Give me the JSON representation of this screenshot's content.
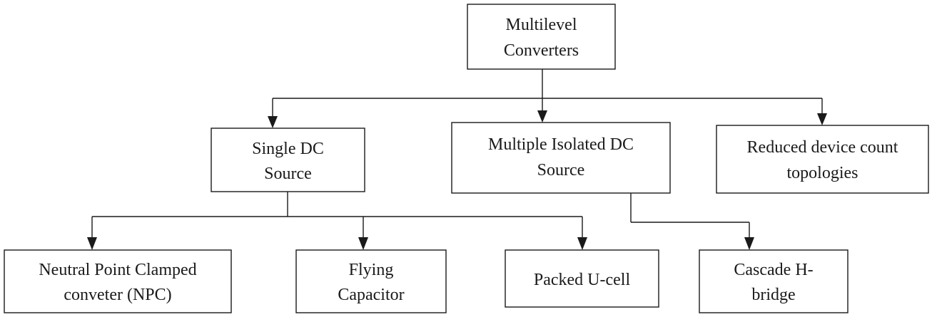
{
  "nodes": {
    "root": {
      "lines": [
        "Multilevel",
        "Converters"
      ]
    },
    "single": {
      "lines": [
        "Single DC",
        "Source"
      ]
    },
    "multiple": {
      "lines": [
        "Multiple Isolated DC",
        "Source"
      ]
    },
    "reduced": {
      "lines": [
        "Reduced device count",
        "topologies"
      ]
    },
    "npc": {
      "lines": [
        "Neutral Point Clamped",
        "conveter (NPC)"
      ]
    },
    "flying": {
      "lines": [
        "Flying",
        "Capacitor"
      ]
    },
    "packed": {
      "lines": [
        "Packed U-cell"
      ]
    },
    "cascade": {
      "lines": [
        "Cascade H-",
        "bridge"
      ]
    }
  },
  "edges": [
    {
      "from": "root",
      "to": "single"
    },
    {
      "from": "root",
      "to": "multiple"
    },
    {
      "from": "root",
      "to": "reduced"
    },
    {
      "from": "single",
      "to": "npc"
    },
    {
      "from": "single",
      "to": "flying"
    },
    {
      "from": "single",
      "to": "packed"
    },
    {
      "from": "multiple",
      "to": "cascade"
    }
  ],
  "colors": {
    "line": "#1a1a1a",
    "background": "#ffffff"
  }
}
